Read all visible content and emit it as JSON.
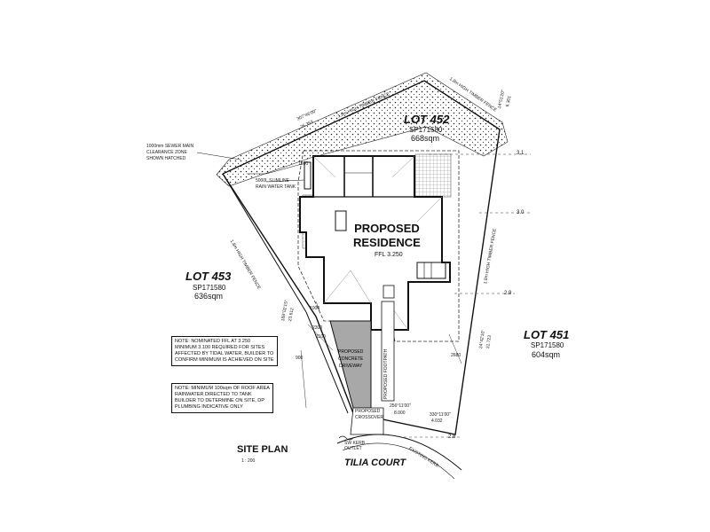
{
  "lots": {
    "lot452": {
      "name": "LOT 452",
      "sp": "SP171580",
      "area": "668sqm"
    },
    "lot453": {
      "name": "LOT 453",
      "sp": "SP171580",
      "area": "636sqm"
    },
    "lot451": {
      "name": "LOT 451",
      "sp": "SP171580",
      "area": "604sqm"
    }
  },
  "residence": {
    "line1": "PROPOSED",
    "line2": "RESIDENCE",
    "ffl": "FFL 3.250"
  },
  "callouts": {
    "sewer_lines": [
      "1000mm SEWER MAIN",
      "CLEARANCE ZONE",
      "SHOWN HATCHED"
    ],
    "tank_lines": [
      "5000L SLIMLINE",
      "RAIN WATER TANK"
    ],
    "driveway_lines": [
      "PROPOSED",
      "CONCRETE",
      "DRIVEWAY"
    ],
    "crossover_lines": [
      "PROPOSED",
      "CROSSOVER"
    ],
    "footpath": "PROPOSED FOOTPATH",
    "kerb_outlet": [
      "SW KERB",
      "OUTLET"
    ],
    "existing_kerb": "EXISTING KERB"
  },
  "fences": {
    "north_west": "1.8m HIGH TIMBER FENCE",
    "north_east": "1.8m HIGH TIMBER FENCE",
    "east": "1.8m HIGH TIMBER FENCE",
    "west": "1.8m HIGH TIMBER FENCE"
  },
  "dimensions": {
    "d1_bearing": "307°46'00\"",
    "d1_length": "26.353",
    "d2_bearing": "14°51'20\"",
    "d2_length": "6.301",
    "d3_bearing": "24°42'10\"",
    "d3_length": "31.723",
    "d4_bearing": "330°11'00\"",
    "d4_length": "4.032",
    "d5_bearing": "256°11'00\"",
    "d5_length": "8.000",
    "d6_bearing": "188°02'15\"",
    "d6_length": "23.612"
  },
  "contours": [
    "3.1",
    "3.0",
    "2.9",
    "2.8"
  ],
  "setbacks": [
    "1500",
    "2300",
    "1000",
    "1100",
    "900",
    "2680"
  ],
  "notes": {
    "note1": [
      "NOTE: NOMINATED FFL AT 3.250",
      "MINIMUM 3.100 REQUIRED FOR SITES",
      "AFFECTED BY TIDAL WATER, BUILDER TO",
      "CONFIRM MINIMUM IS ACHIEVED ON SITE"
    ],
    "note2": [
      "NOTE: MINIMUM 100sqm OF ROOF AREA",
      "RAINWATER DIRECTED TO TANK",
      "BUILDER TO DETERMINE ON SITE, DP",
      "PLUMBING INDICATIVE ONLY"
    ]
  },
  "title": {
    "main": "SITE PLAN",
    "scale": "1 : 200"
  },
  "street": "TILIA COURT"
}
